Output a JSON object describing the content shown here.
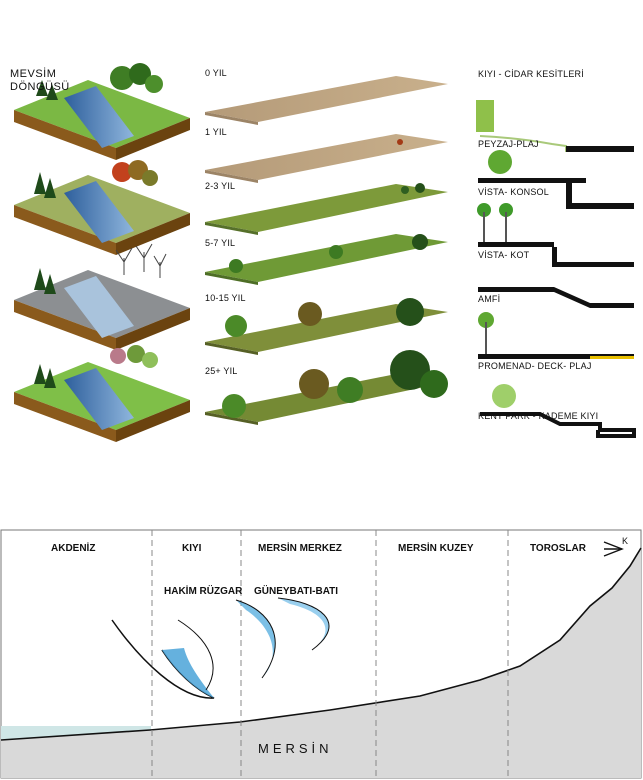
{
  "season": {
    "title_line1": "MEVSİM",
    "title_line2": "DÖNGÜSÜ"
  },
  "years": [
    "0 YIL",
    "1 YIL",
    "2-3 YIL",
    "5-7 YIL",
    "10-15 YIL",
    "25+ YIL"
  ],
  "sections": {
    "title": "KIYI - CİDAR KESİTLERİ",
    "items": [
      "PEYZAJ-PLAJ",
      "VİSTA- KONSOL",
      "VİSTA- KOT",
      "AMFİ",
      "PROMENAD- DECK- PLAJ",
      "KENT PARK - KADEME KIYI"
    ]
  },
  "profile": {
    "zones": [
      "AKDENİZ",
      "KIYI",
      "MERSİN MERKEZ",
      "MERSİN KUZEY",
      "TOROSLAR"
    ],
    "north": "K",
    "wind_label": "HAKİM RÜZGAR",
    "wind_direction": "GÜNEYBATI-BATI",
    "city": "MERSİN"
  },
  "colors": {
    "grass": "#6fae3a",
    "soil": "#8a5a1c",
    "water": "#5b8fc9",
    "terrain": "#d9d9d9",
    "sea": "#cfe6e6"
  }
}
